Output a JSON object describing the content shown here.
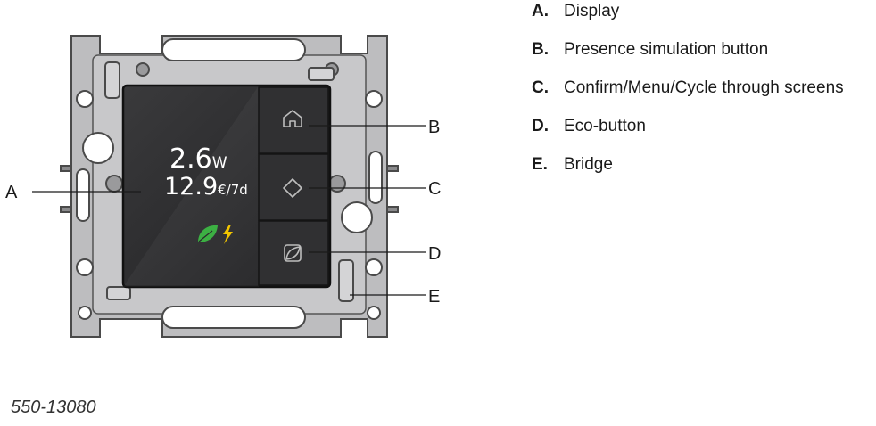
{
  "display": {
    "power_value": "2.6",
    "power_unit": "W",
    "cost_value": "12.9",
    "cost_unit": "€/7d",
    "leaf_icon": "leaf-icon",
    "bolt_icon": "lightning-icon"
  },
  "buttons": [
    {
      "icon": "home-icon"
    },
    {
      "icon": "diamond-icon"
    },
    {
      "icon": "eco-leaf-icon"
    }
  ],
  "callouts": [
    "A",
    "B",
    "C",
    "D",
    "E"
  ],
  "legend": [
    {
      "key": "A.",
      "label": "Display"
    },
    {
      "key": "B.",
      "label": "Presence simulation button"
    },
    {
      "key": "C.",
      "label": "Confirm/Menu/Cycle through screens"
    },
    {
      "key": "D.",
      "label": "Eco-button"
    },
    {
      "key": "E.",
      "label": "Bridge"
    }
  ],
  "model_number": "550-13080",
  "colors": {
    "frame": "#b9b9bb",
    "glass": "#2b2b2d",
    "leaf": "#3cb043",
    "bolt": "#f2c500"
  }
}
